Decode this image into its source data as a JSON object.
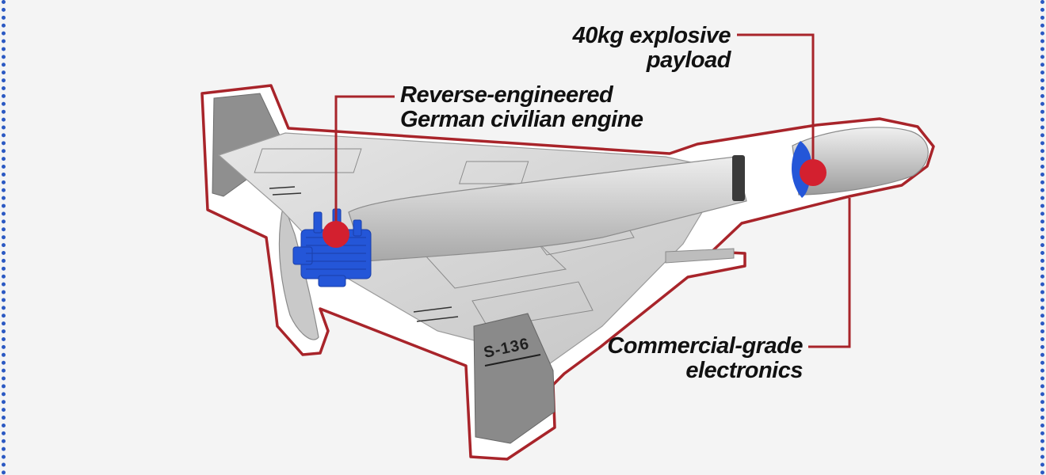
{
  "drone": {
    "model_marking": "S-136"
  },
  "callouts": {
    "engine": {
      "lines": [
        "Reverse-engineered",
        "German civilian engine"
      ]
    },
    "payload": {
      "lines": [
        "40kg explosive",
        "payload"
      ]
    },
    "electronics": {
      "lines": [
        "Commercial-grade",
        "electronics"
      ]
    }
  },
  "colors": {
    "outline": "#a8242a",
    "marker": "#d3202f",
    "highlight": "#2456d8",
    "frame": "#2b59c3",
    "body_light": "#d9d9d9",
    "body_dark": "#8c8c8c"
  }
}
